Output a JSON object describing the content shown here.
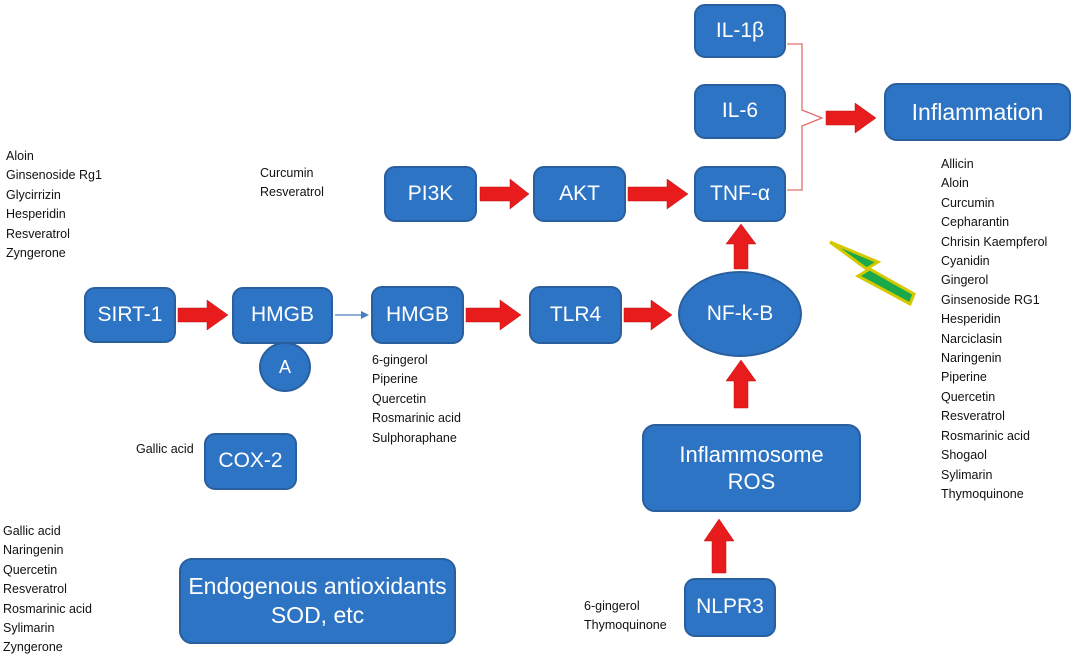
{
  "nodes": {
    "il1b": "IL-1β",
    "il6": "IL-6",
    "inflammation": "Inflammation",
    "pi3k": "PI3K",
    "akt": "AKT",
    "tnfa": "TNF-α",
    "sirt1": "SIRT-1",
    "hmgb_a": "HMGB",
    "a": "A",
    "hmgb": "HMGB",
    "tlr4": "TLR4",
    "nfkb": "NF-k-B",
    "cox2": "COX-2",
    "inflammosome": "Inflammosome\nROS",
    "endogenous": "Endogenous antioxidants\nSOD, etc",
    "nlpr3": "NLPR3"
  },
  "lists": {
    "sirt1_compounds": [
      "Aloin",
      "Ginsenoside Rg1",
      "Glycirrizin",
      "Hesperidin",
      "Resveratrol",
      "Zyngerone"
    ],
    "pi3k_compounds": [
      "Curcumin",
      "Resveratrol"
    ],
    "hmgb_compounds": [
      "6-gingerol",
      "Piperine",
      "Quercetin",
      "Rosmarinic acid",
      "Sulphoraphane"
    ],
    "cox2_compounds": [
      "Gallic acid"
    ],
    "antioxidant_compounds": [
      "Gallic acid",
      "Naringenin",
      "Quercetin",
      "Resveratrol",
      "Rosmarinic acid",
      "Sylimarin",
      "Zyngerone"
    ],
    "nlpr3_compounds": [
      "6-gingerol",
      "Thymoquinone"
    ],
    "inflammation_compounds": [
      "Allicin",
      "Aloin",
      "Curcumin",
      "Cepharantin",
      "Chrisin Kaempferol",
      "Cyanidin",
      "Gingerol",
      "Ginsenoside RG1",
      "Hesperidin",
      "Narciclasin",
      "Naringenin",
      "Piperine",
      "Quercetin",
      "Resveratrol",
      "Rosmarinic acid",
      "Shogaol",
      "Sylimarin",
      "Thymoquinone"
    ]
  },
  "icons": {
    "inhibition": "lightning-bolt-icon"
  },
  "colors": {
    "node_fill": "#2e74c4",
    "node_border": "#2a5f9e",
    "arrow": "#e81c1c",
    "thin_arrow": "#4a7fc1",
    "bracket": "#e0706a",
    "bolt_fill": "#1aa84a",
    "bolt_stroke": "#d4c800"
  }
}
